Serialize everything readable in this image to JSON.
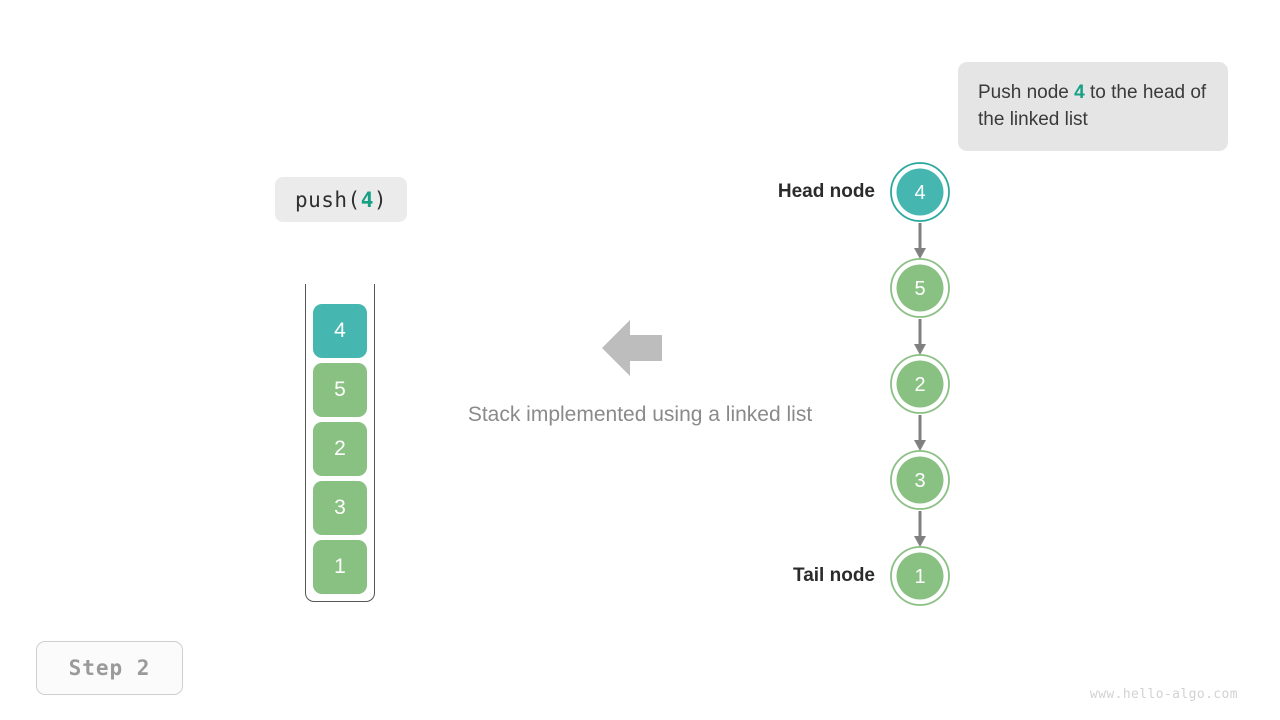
{
  "callout": {
    "text_before": "Push node ",
    "highlight": "4",
    "text_after": " to the head of the linked list"
  },
  "operation_label": {
    "prefix": "push(",
    "value": "4",
    "suffix": ")"
  },
  "stack": {
    "cells": [
      {
        "value": "4",
        "color": "#45b7b0"
      },
      {
        "value": "5",
        "color": "#89c182"
      },
      {
        "value": "2",
        "color": "#89c182"
      },
      {
        "value": "3",
        "color": "#89c182"
      },
      {
        "value": "1",
        "color": "#89c182"
      }
    ]
  },
  "center": {
    "caption": "Stack implemented using a linked list",
    "arrow_direction": "left",
    "arrow_color": "#bdbdbd"
  },
  "linked_list": {
    "head_label": "Head node",
    "tail_label": "Tail node",
    "nodes": [
      {
        "value": "4",
        "fill": "#45b7b0",
        "ring": "#2ba8a0"
      },
      {
        "value": "5",
        "fill": "#89c182",
        "ring": "#89c182"
      },
      {
        "value": "2",
        "fill": "#89c182",
        "ring": "#89c182"
      },
      {
        "value": "3",
        "fill": "#89c182",
        "ring": "#89c182"
      },
      {
        "value": "1",
        "fill": "#89c182",
        "ring": "#89c182"
      }
    ],
    "arrow_color": "#808080"
  },
  "step_badge": "Step  2",
  "watermark": "www.hello-algo.com",
  "colors": {
    "accent_teal": "#45b7b0",
    "node_green": "#89c182",
    "highlight_text": "#16a085",
    "callout_bg": "#e5e5e5",
    "muted_text": "#8a8a8a"
  }
}
